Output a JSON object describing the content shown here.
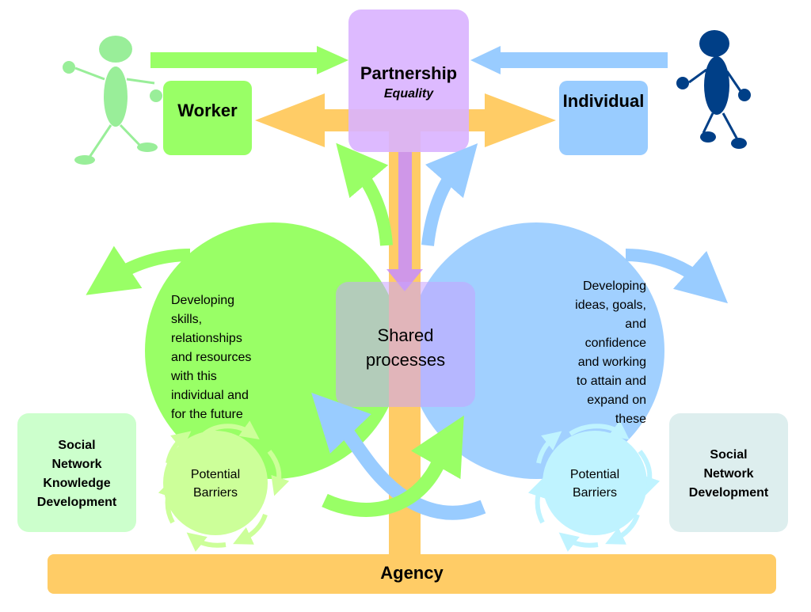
{
  "partnership": {
    "title": "Partnership",
    "subtitle": "Equality"
  },
  "worker": {
    "label": "Worker"
  },
  "individual": {
    "label": "Individual"
  },
  "shared": {
    "line1": "Shared",
    "line2": "processes"
  },
  "worker_text": {
    "lines": [
      "Developing",
      "skills,",
      "relationships",
      "and resources",
      "with this",
      "individual and",
      "for the future"
    ]
  },
  "individual_text": {
    "lines": [
      "Developing",
      "ideas, goals,",
      "and",
      "confidence",
      "and working",
      "to attain and",
      "expand on",
      "these"
    ]
  },
  "barriers_left": {
    "line1": "Potential",
    "line2": "Barriers"
  },
  "barriers_right": {
    "line1": "Potential",
    "line2": "Barriers"
  },
  "social_left": {
    "lines": [
      "Social",
      "Network",
      "Knowledge",
      "Development"
    ]
  },
  "social_right": {
    "lines": [
      "Social",
      "Network",
      "Development"
    ]
  },
  "agency": {
    "label": "Agency"
  },
  "colors": {
    "green": "#99ff66",
    "blue": "#99ccff",
    "purple": "#d9b3ff",
    "orange": "#ffcc66",
    "worker_figure": "#99ee99",
    "individual_figure": "#003f87",
    "social_left_bg": "#ccffcc",
    "social_right_bg": "#ddeeee"
  }
}
